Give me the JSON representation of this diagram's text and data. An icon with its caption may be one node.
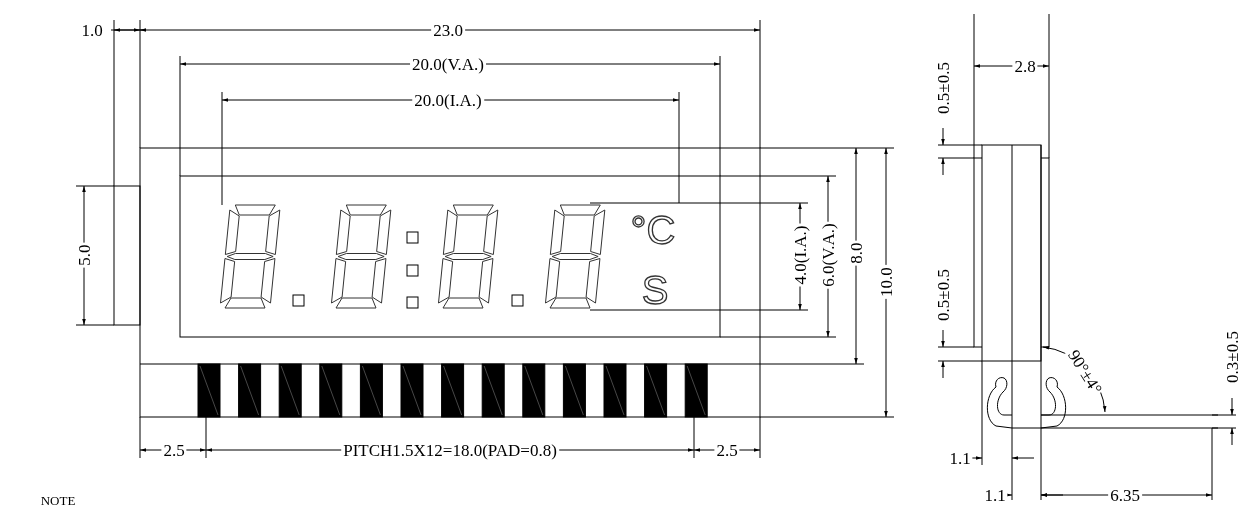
{
  "diagram": {
    "labels": [
      "1.0",
      "23.0",
      "20.0(V.A.)",
      "20.0(I.A.)",
      "5.0",
      "°C",
      "S",
      "4.0(I.A.)",
      "6.0(V.A.)",
      "8.0",
      "10.0",
      "2.5",
      "PITCH1.5X12=18.0(PAD=0.8)",
      "2.5",
      "2.8",
      "0.5±0.5",
      "0.5±0.5",
      "90°±4°",
      "0.3±0.5",
      "1.1",
      "1.1",
      "6.35",
      "NOTE"
    ]
  }
}
